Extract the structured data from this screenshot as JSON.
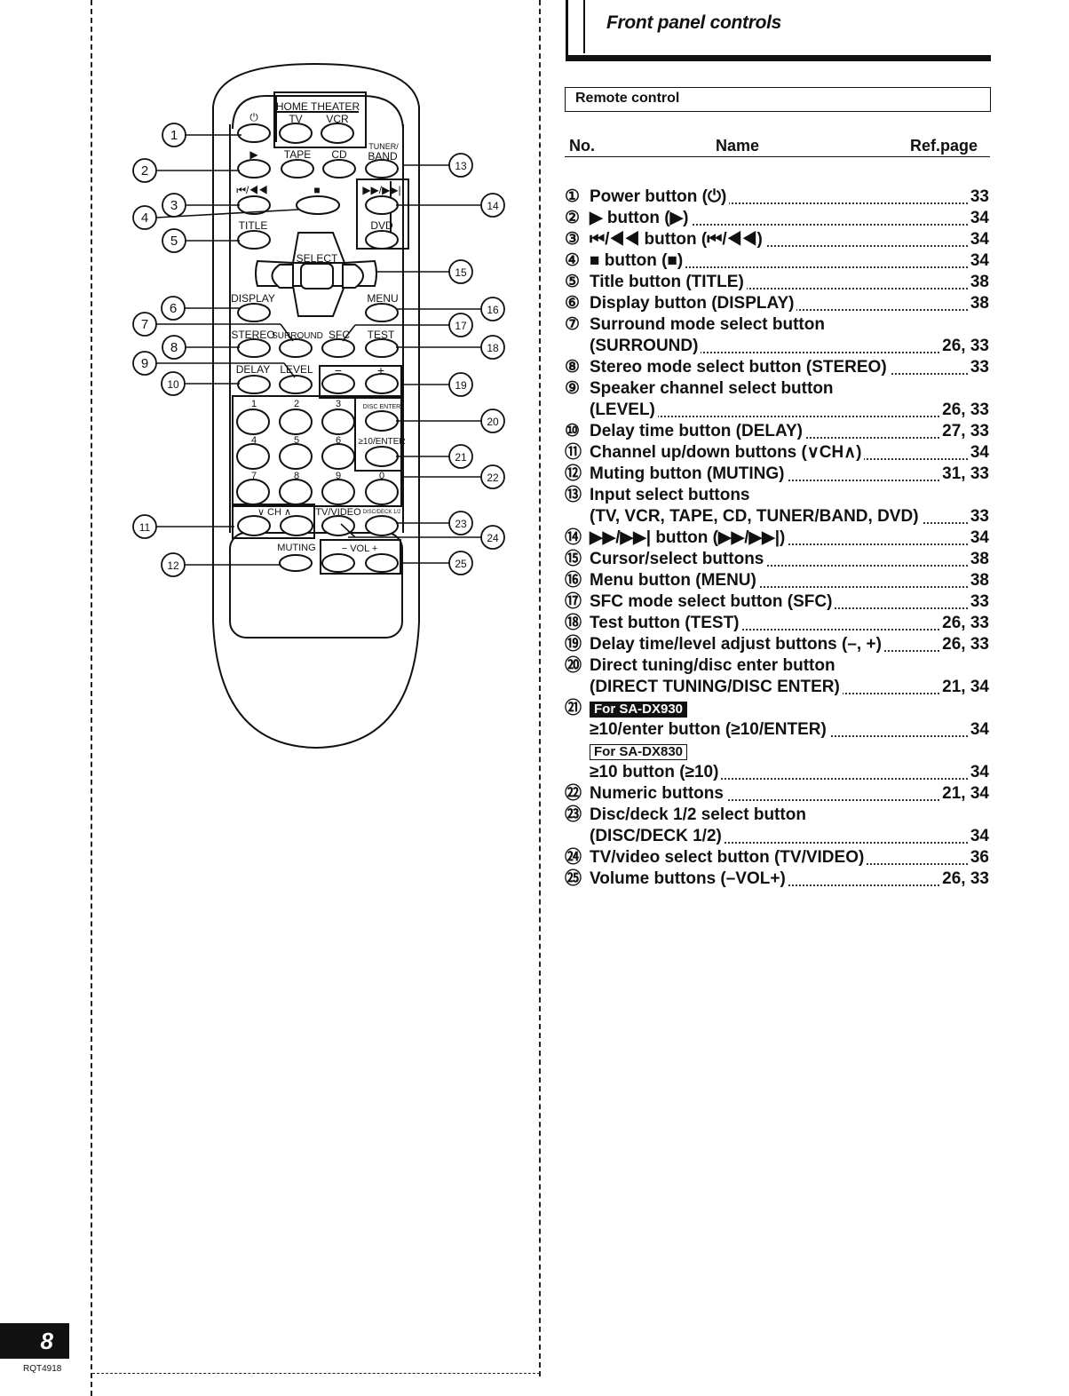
{
  "header": {
    "title": "Front panel controls"
  },
  "section": {
    "title": "Remote control"
  },
  "columns": {
    "no": "No.",
    "name": "Name",
    "ref": "Ref.page"
  },
  "remote": {
    "labels": {
      "home_theater": "HOME THEATER",
      "tv": "TV",
      "vcr": "VCR",
      "tuner_band": "BAND",
      "tuner_top": "TUNER/",
      "tape": "TAPE",
      "cd": "CD",
      "dvd": "DVD",
      "title": "TITLE",
      "select": "SELECT",
      "display": "DISPLAY",
      "menu": "MENU",
      "stereo": "STEREO",
      "surround": "SURROUND",
      "sfc": "SFC",
      "test": "TEST",
      "delay": "DELAY",
      "level": "LEVEL",
      "minus": "−",
      "plus": "+",
      "disc_enter": "DISC ENTER",
      "ten_enter": "≥10/ENTER",
      "ch": "∨  CH  ∧",
      "tv_video": "TV/VIDEO",
      "disc_deck": "DISC/DECK 1/2",
      "muting": "MUTING",
      "vol": "−  VOL  +",
      "n1": "1",
      "n2": "2",
      "n3": "3",
      "n4": "4",
      "n5": "5",
      "n6": "6",
      "n7": "7",
      "n8": "8",
      "n9": "9",
      "n0": "0"
    },
    "callouts": [
      "1",
      "2",
      "3",
      "4",
      "5",
      "6",
      "7",
      "8",
      "9",
      "10",
      "11",
      "12",
      "13",
      "14",
      "15",
      "16",
      "17",
      "18",
      "19",
      "20",
      "21",
      "22",
      "23",
      "24",
      "25"
    ]
  },
  "rows": [
    {
      "no": "①",
      "name": "Power button (⏻)",
      "ref": "33"
    },
    {
      "no": "②",
      "name": "▶ button (▶)",
      "ref": "34"
    },
    {
      "no": "③",
      "name": "⏮/◀◀ button (⏮/◀◀)",
      "ref": "34"
    },
    {
      "no": "④",
      "name": "■ button (■)",
      "ref": "34"
    },
    {
      "no": "⑤",
      "name": "Title button (TITLE)",
      "ref": "38"
    },
    {
      "no": "⑥",
      "name": "Display button (DISPLAY)",
      "ref": "38"
    },
    {
      "no": "⑦",
      "name": "Surround mode select button",
      "ref": ""
    },
    {
      "no": "",
      "name": "(SURROUND)",
      "ref": "26, 33"
    },
    {
      "no": "⑧",
      "name": "Stereo mode select button (STEREO)",
      "ref": "33"
    },
    {
      "no": "⑨",
      "name": "Speaker channel select button",
      "ref": ""
    },
    {
      "no": "",
      "name": "(LEVEL)",
      "ref": "26, 33"
    },
    {
      "no": "⑩",
      "name": "Delay time button (DELAY)",
      "ref": "27, 33"
    },
    {
      "no": "⑪",
      "name": "Channel up/down buttons (∨CH∧)",
      "ref": "34"
    },
    {
      "no": "⑫",
      "name": "Muting button (MUTING)",
      "ref": "31, 33"
    },
    {
      "no": "⑬",
      "name": "Input select buttons",
      "ref": ""
    },
    {
      "no": "",
      "name": "(TV, VCR, TAPE, CD, TUNER/BAND, DVD)",
      "ref": "33"
    },
    {
      "no": "⑭",
      "name": "▶▶/▶▶| button (▶▶/▶▶|)",
      "ref": "34"
    },
    {
      "no": "⑮",
      "name": "Cursor/select buttons",
      "ref": "38"
    },
    {
      "no": "⑯",
      "name": "Menu button (MENU)",
      "ref": "38"
    },
    {
      "no": "⑰",
      "name": "SFC mode select button (SFC)",
      "ref": "33"
    },
    {
      "no": "⑱",
      "name": "Test button (TEST)",
      "ref": "26, 33"
    },
    {
      "no": "⑲",
      "name": "Delay time/level adjust buttons (–, +)",
      "ref": "26, 33"
    },
    {
      "no": "⑳",
      "name": "Direct tuning/disc enter button",
      "ref": ""
    },
    {
      "no": "",
      "name": "(DIRECT TUNING/DISC ENTER)",
      "ref": "21, 34"
    },
    {
      "no": "㉑",
      "name": "",
      "ref": "",
      "tag_dark": "For SA-DX930"
    },
    {
      "no": "",
      "name": "≥10/enter button (≥10/ENTER)",
      "ref": "34"
    },
    {
      "no": "",
      "name": "",
      "ref": "",
      "tag_light": "For SA-DX830"
    },
    {
      "no": "",
      "name": "≥10 button (≥10)",
      "ref": "34"
    },
    {
      "no": "㉒",
      "name": "Numeric buttons",
      "ref": "21, 34"
    },
    {
      "no": "㉓",
      "name": "Disc/deck 1/2 select button",
      "ref": ""
    },
    {
      "no": "",
      "name": "(DISC/DECK 1/2)",
      "ref": "34"
    },
    {
      "no": "㉔",
      "name": "TV/video select button (TV/VIDEO)",
      "ref": "36"
    },
    {
      "no": "㉕",
      "name": "Volume buttons (–VOL+)",
      "ref": "26, 33"
    }
  ],
  "footer": {
    "page": "8",
    "code": "RQT4918"
  }
}
